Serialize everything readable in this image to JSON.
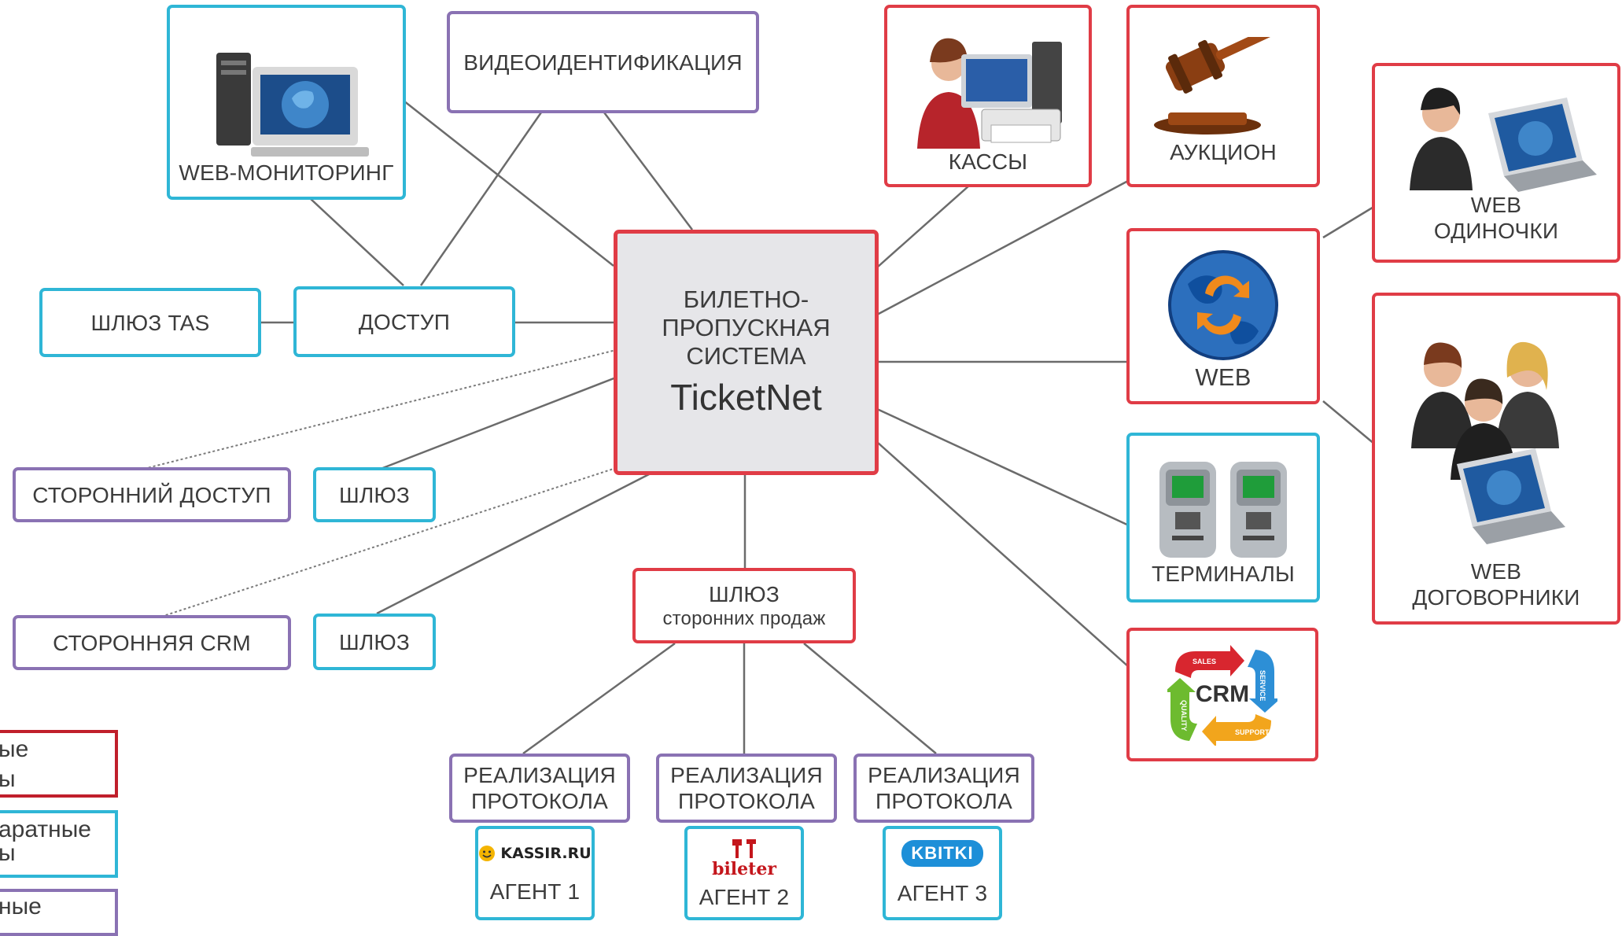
{
  "center": {
    "line1": "БИЛЕТНО-",
    "line2": "ПРОПУСКНАЯ",
    "line3": "СИСТЕМА",
    "brand": "TicketNet"
  },
  "nodes": {
    "web_monitoring": "WEB-МОНИТОРИНГ",
    "video_id": "ВИДЕОИДЕНТИФИКАЦИЯ",
    "kassy": "КАССЫ",
    "auction": "АУКЦИОН",
    "web_single_1": "WEB",
    "web_single_2": "ОДИНОЧКИ",
    "web": "WEB",
    "web_contract_1": "WEB",
    "web_contract_2": "ДОГОВОРНИКИ",
    "terminals": "ТЕРМИНАЛЫ",
    "crm_logo": "CRM",
    "crm_sales": "SALES",
    "crm_service": "SERVICE",
    "crm_support": "SUPPORT",
    "crm_quality": "QUALITY",
    "gateway_tas": "ШЛЮЗ TAS",
    "access": "ДОСТУП",
    "third_access": "СТОРОННИЙ ДОСТУП",
    "gateway_1": "ШЛЮЗ",
    "third_crm": "СТОРОННЯЯ CRM",
    "gateway_2": "ШЛЮЗ",
    "sales_gateway_1": "ШЛЮЗ",
    "sales_gateway_2": "сторонних продаж",
    "protocol_1a": "РЕАЛИЗАЦИЯ",
    "protocol_1b": "ПРОТОКОЛА",
    "protocol_2a": "РЕАЛИЗАЦИЯ",
    "protocol_2b": "ПРОТОКОЛА",
    "protocol_3a": "РЕАЛИЗАЦИЯ",
    "protocol_3b": "ПРОТОКОЛА",
    "agent_1": "АГЕНТ 1",
    "agent_1_logo": "KASSIR.RU",
    "agent_2": "АГЕНТ 2",
    "agent_2_logo": "bileter",
    "agent_3": "АГЕНТ 3",
    "agent_3_logo": "KBITKI"
  },
  "legend": [
    {
      "line1": "ые",
      "line2": "ы",
      "color": "#c01f2b"
    },
    {
      "line1": "аратные",
      "line2": "ы",
      "color": "#2fb6d6"
    },
    {
      "line1": "ные",
      "line2": "",
      "color": "#8a72b3"
    }
  ],
  "colors": {
    "software_border": "#e03c46",
    "hardware_border": "#2fb6d6",
    "external_border": "#8a72b3",
    "connector": "#6b6b6b",
    "center_fill": "#e6e6e9"
  },
  "icons": [
    "desktop-computer-icon",
    "cashier-icon",
    "gavel-icon",
    "user-laptop-icon",
    "globe-icon",
    "team-icon",
    "terminal-kiosk-icon",
    "crm-cycle-icon"
  ]
}
